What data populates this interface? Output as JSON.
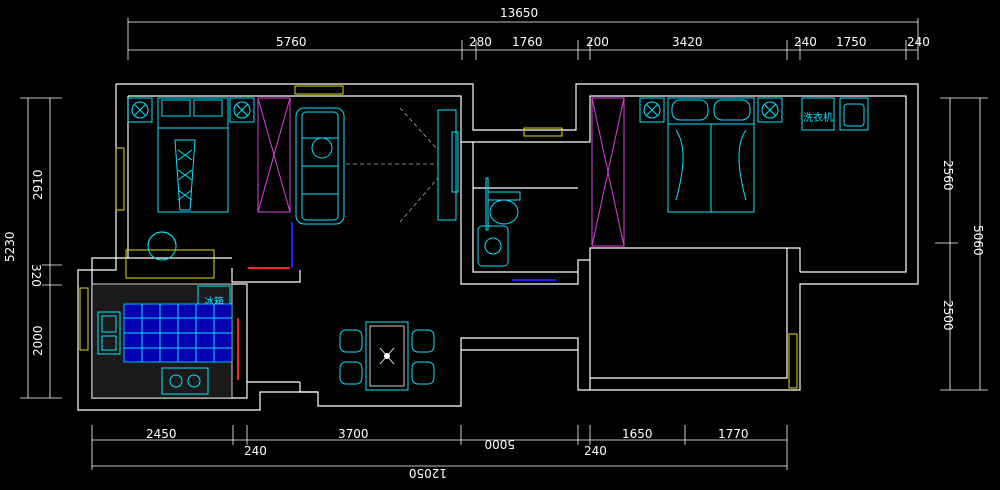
{
  "dimensions": {
    "top_total": "13650",
    "top": [
      "5760",
      "280",
      "1760",
      "200",
      "3420",
      "240",
      "1750",
      "240"
    ],
    "bottom": [
      "2450",
      "240",
      "3700",
      "5000",
      "240",
      "1650",
      "1770"
    ],
    "bottom_total": "12050",
    "left_total": "5230",
    "left": [
      "2910",
      "320",
      "2000"
    ],
    "right_total": "5060",
    "right": [
      "2560",
      "2500"
    ]
  },
  "labels": {
    "fridge": "冰箱",
    "washer": "洗衣机"
  },
  "colors": {
    "background": "#000000",
    "wall": "#ffffff",
    "furniture": "#00e5ff",
    "wardrobe": "#e040e0",
    "window": "#e0e000",
    "pipe": "#2020ff",
    "red_line": "#ff2020"
  }
}
